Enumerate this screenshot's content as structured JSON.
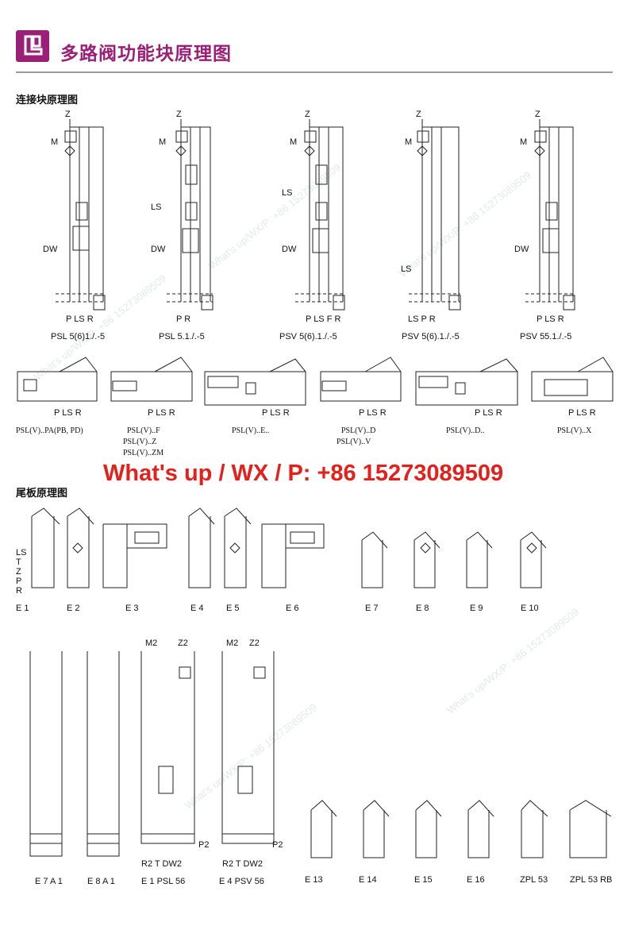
{
  "header": {
    "title": "多路阀功能块原理图",
    "accent_color": "#9c1f77",
    "icon": "connect-block-icon"
  },
  "sections": {
    "connection": "连接块原理图",
    "tail": "尾板原理图"
  },
  "banner": {
    "text": "What's up / WX / P: +86 15273089509",
    "color": "#e3201b"
  },
  "watermark": "What's up/WX/P: +86 15273089509",
  "row1": {
    "captions": [
      "PSL 5(6)1./.-5",
      "PSL 5.1./.-5",
      "PSV 5(6).1./.-5",
      "PSV 5(6).1./.-5",
      "PSV 55.1./.-5"
    ],
    "ports": [
      "P  LS  R",
      "P         R",
      "P LS F R",
      "LS  P    R",
      "P LS  R"
    ],
    "z": "Z",
    "m": "M",
    "ls": "LS",
    "dw": "DW"
  },
  "row2": {
    "ports": [
      "P LS R",
      "P   LS R",
      "P LS    R",
      "P   LS R",
      "P LS    R",
      "P   LS R"
    ],
    "captions": [
      [
        "PSL(V)..PA(PB, PD)"
      ],
      [
        "PSL(V)..F",
        "PSL(V)..Z",
        "PSL(V)..ZM"
      ],
      [
        "PSL(V)..E.."
      ],
      [
        "PSL(V)..D",
        "PSL(V)..V"
      ],
      [
        "PSL(V)..D.."
      ],
      [
        "PSL(V)..X"
      ]
    ]
  },
  "row3": {
    "captions": [
      "E 1",
      "E 2",
      "E 3",
      "E 4",
      "E 5",
      "E 6",
      "E 7",
      "E 8",
      "E 9",
      "E 10"
    ],
    "ports": [
      "LS",
      "T",
      "Z",
      "P",
      "R"
    ]
  },
  "row4": {
    "captions": [
      "E 7 A 1",
      "E 8 A 1",
      "E 1 PSL 56",
      "E 4 PSV 56",
      "E 13",
      "E 14",
      "E 15",
      "E 16",
      "ZPL 53",
      "ZPL 53 RB"
    ],
    "top_labels": [
      "M2",
      "Z2",
      "M2",
      "Z2"
    ],
    "bottom_labels": [
      "R2  T  DW2",
      "R2  T  DW2"
    ],
    "p2": "P2"
  }
}
